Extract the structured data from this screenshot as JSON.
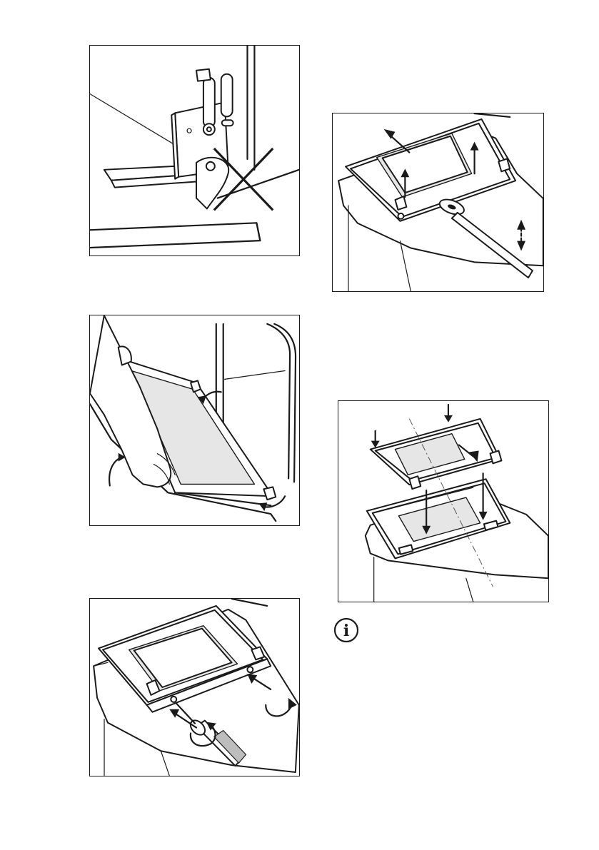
{
  "figures": [
    {
      "label": "hinge-lever-do-not-close"
    },
    {
      "label": "door-tilt-and-remove"
    },
    {
      "label": "door-screws-removal"
    },
    {
      "label": "door-glass-panel-lift"
    },
    {
      "label": "door-glass-panel-refit"
    }
  ],
  "info_icon": {
    "glyph": "i"
  }
}
